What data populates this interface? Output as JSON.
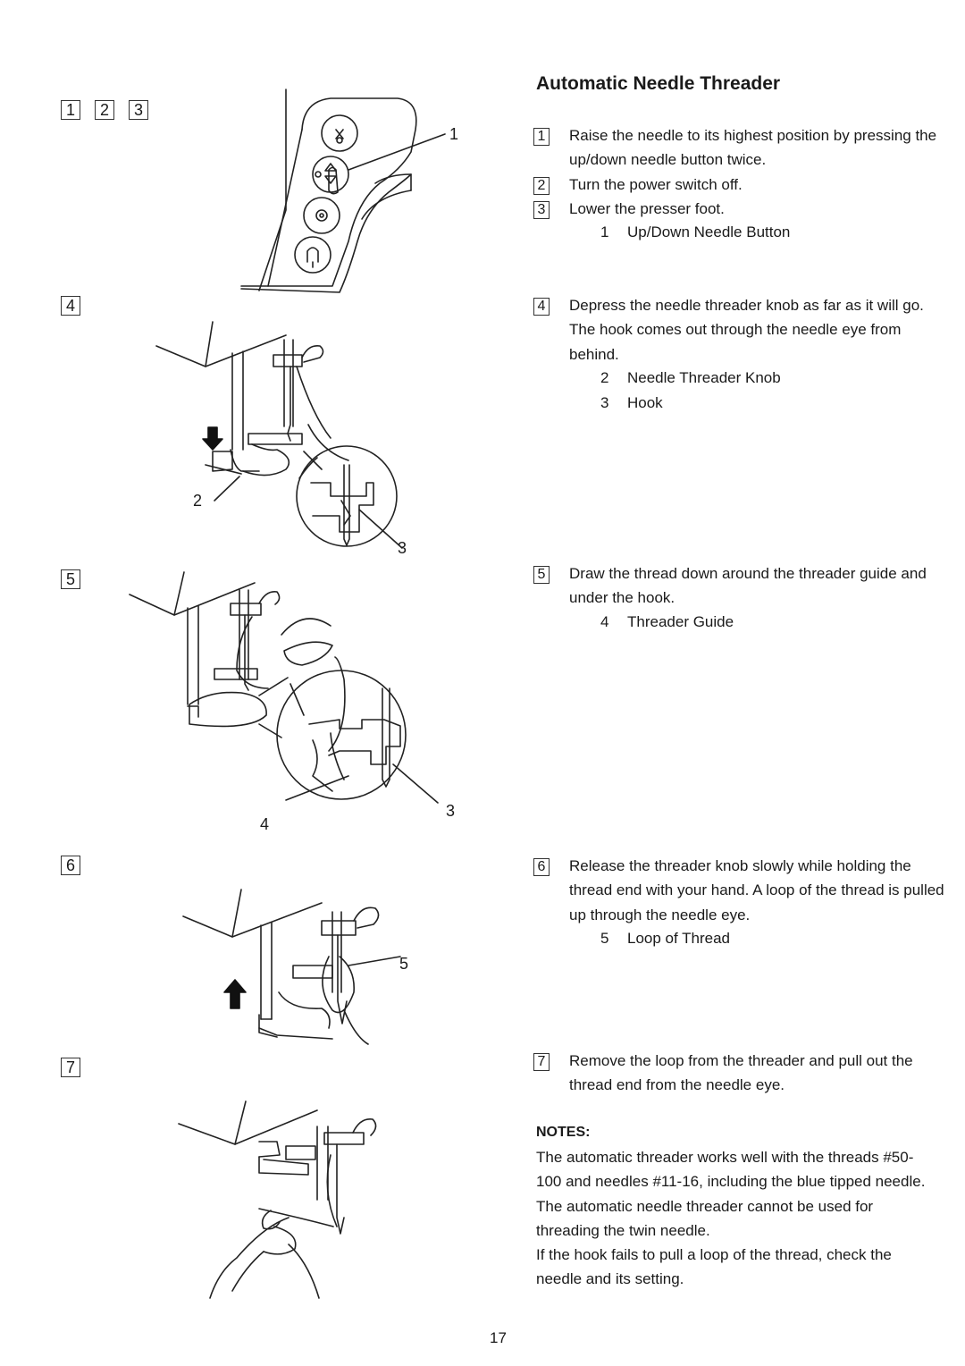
{
  "title": "Automatic Needle Threader",
  "left_labels": {
    "fig1": [
      "1",
      "2",
      "3"
    ],
    "fig4": "4",
    "fig5": "5",
    "fig6": "6",
    "fig7": "7"
  },
  "callouts": {
    "c1": "1",
    "c2": "2",
    "c3a": "3",
    "c4": "4",
    "c3b": "3",
    "c5": "5"
  },
  "steps": [
    {
      "num": "1",
      "text": "Raise the needle to its highest position by pressing the up/down needle button twice."
    },
    {
      "num": "2",
      "text": "Turn the power switch off."
    },
    {
      "num": "3",
      "text": "Lower the presser foot."
    },
    {
      "num": "4",
      "text": "Depress the needle threader knob as far as it will go. The hook comes out through the needle eye from behind."
    },
    {
      "num": "5",
      "text": "Draw the thread down around the threader guide and under the hook."
    },
    {
      "num": "6",
      "text": "Release the threader knob slowly while holding the thread end with your hand. A loop of the thread is pulled up through the needle eye."
    },
    {
      "num": "7",
      "text": "Remove the loop from the threader and pull out the thread end from the needle eye."
    }
  ],
  "legends": {
    "l1": {
      "num": "1",
      "label": "Up/Down Needle Button"
    },
    "l2": {
      "num": "2",
      "label": "Needle Threader Knob"
    },
    "l3": {
      "num": "3",
      "label": "Hook"
    },
    "l4": {
      "num": "4",
      "label": "Threader Guide"
    },
    "l5": {
      "num": "5",
      "label": "Loop of Thread"
    }
  },
  "notes": {
    "heading": "NOTES:",
    "paragraphs": [
      "The automatic threader works well with the threads #50-100 and needles #11-16, including the blue tipped needle.",
      "The automatic needle threader cannot be used for threading the twin needle.",
      "If the hook fails to pull a loop of the thread, check the needle and its setting."
    ]
  },
  "page_number": "17"
}
